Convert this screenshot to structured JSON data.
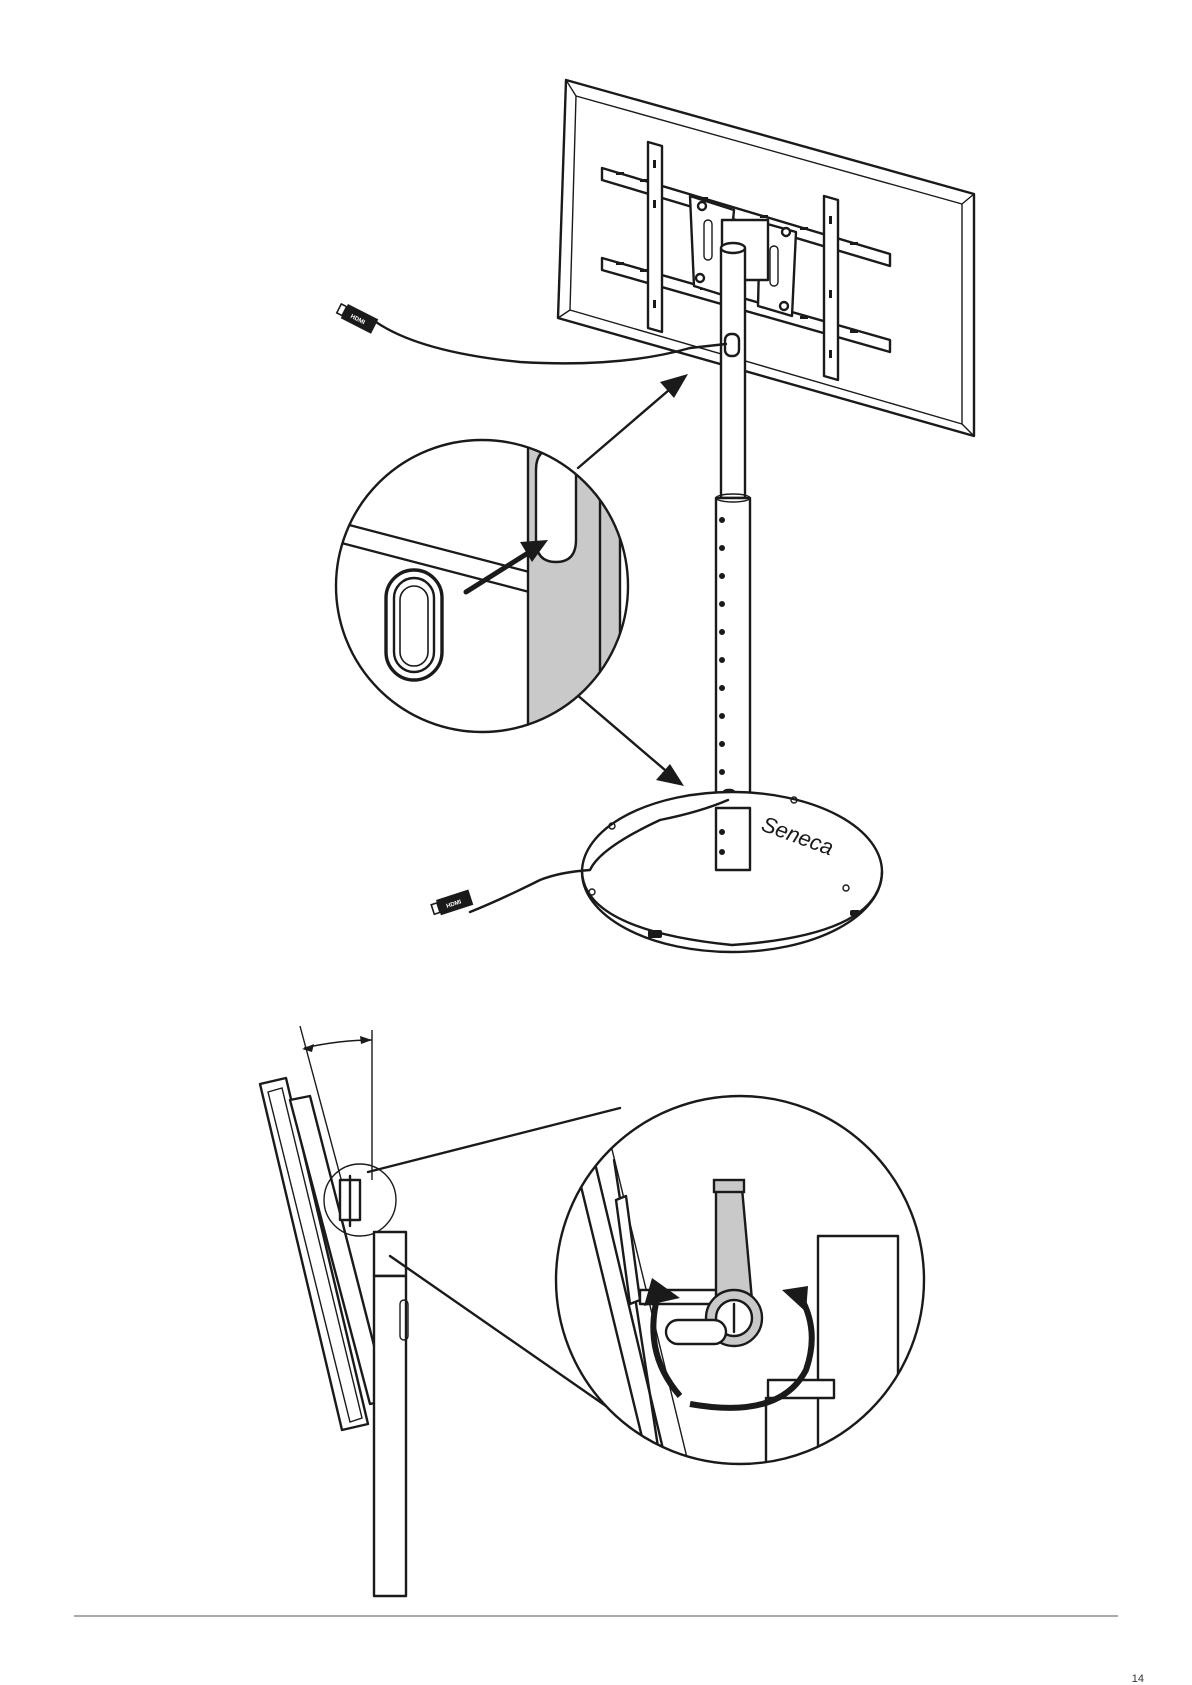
{
  "figure_top": {
    "brand_label": "Seneca",
    "cable_connector_label": "HDMI"
  },
  "figure_bottom": {},
  "footer": {
    "page_number": "14"
  }
}
